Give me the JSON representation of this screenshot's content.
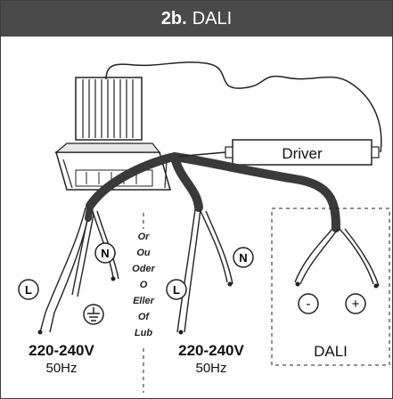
{
  "header": {
    "step": "2b.",
    "title": "DALI"
  },
  "driver_label": "Driver",
  "separator_words": [
    "Or",
    "Ou",
    "Oder",
    "O",
    "Eller",
    "Of",
    "Lub"
  ],
  "option1": {
    "voltage": "220-240V",
    "freq": "50Hz",
    "live": "L",
    "neutral": "N"
  },
  "option2": {
    "voltage": "220-240V",
    "freq": "50Hz",
    "live": "L",
    "neutral": "N"
  },
  "dali": {
    "label": "DALI",
    "minus": "-",
    "plus": "+"
  },
  "colors": {
    "header_bg": "#4a4a4a",
    "cable": "#3a3a3a",
    "line": "#222222"
  }
}
